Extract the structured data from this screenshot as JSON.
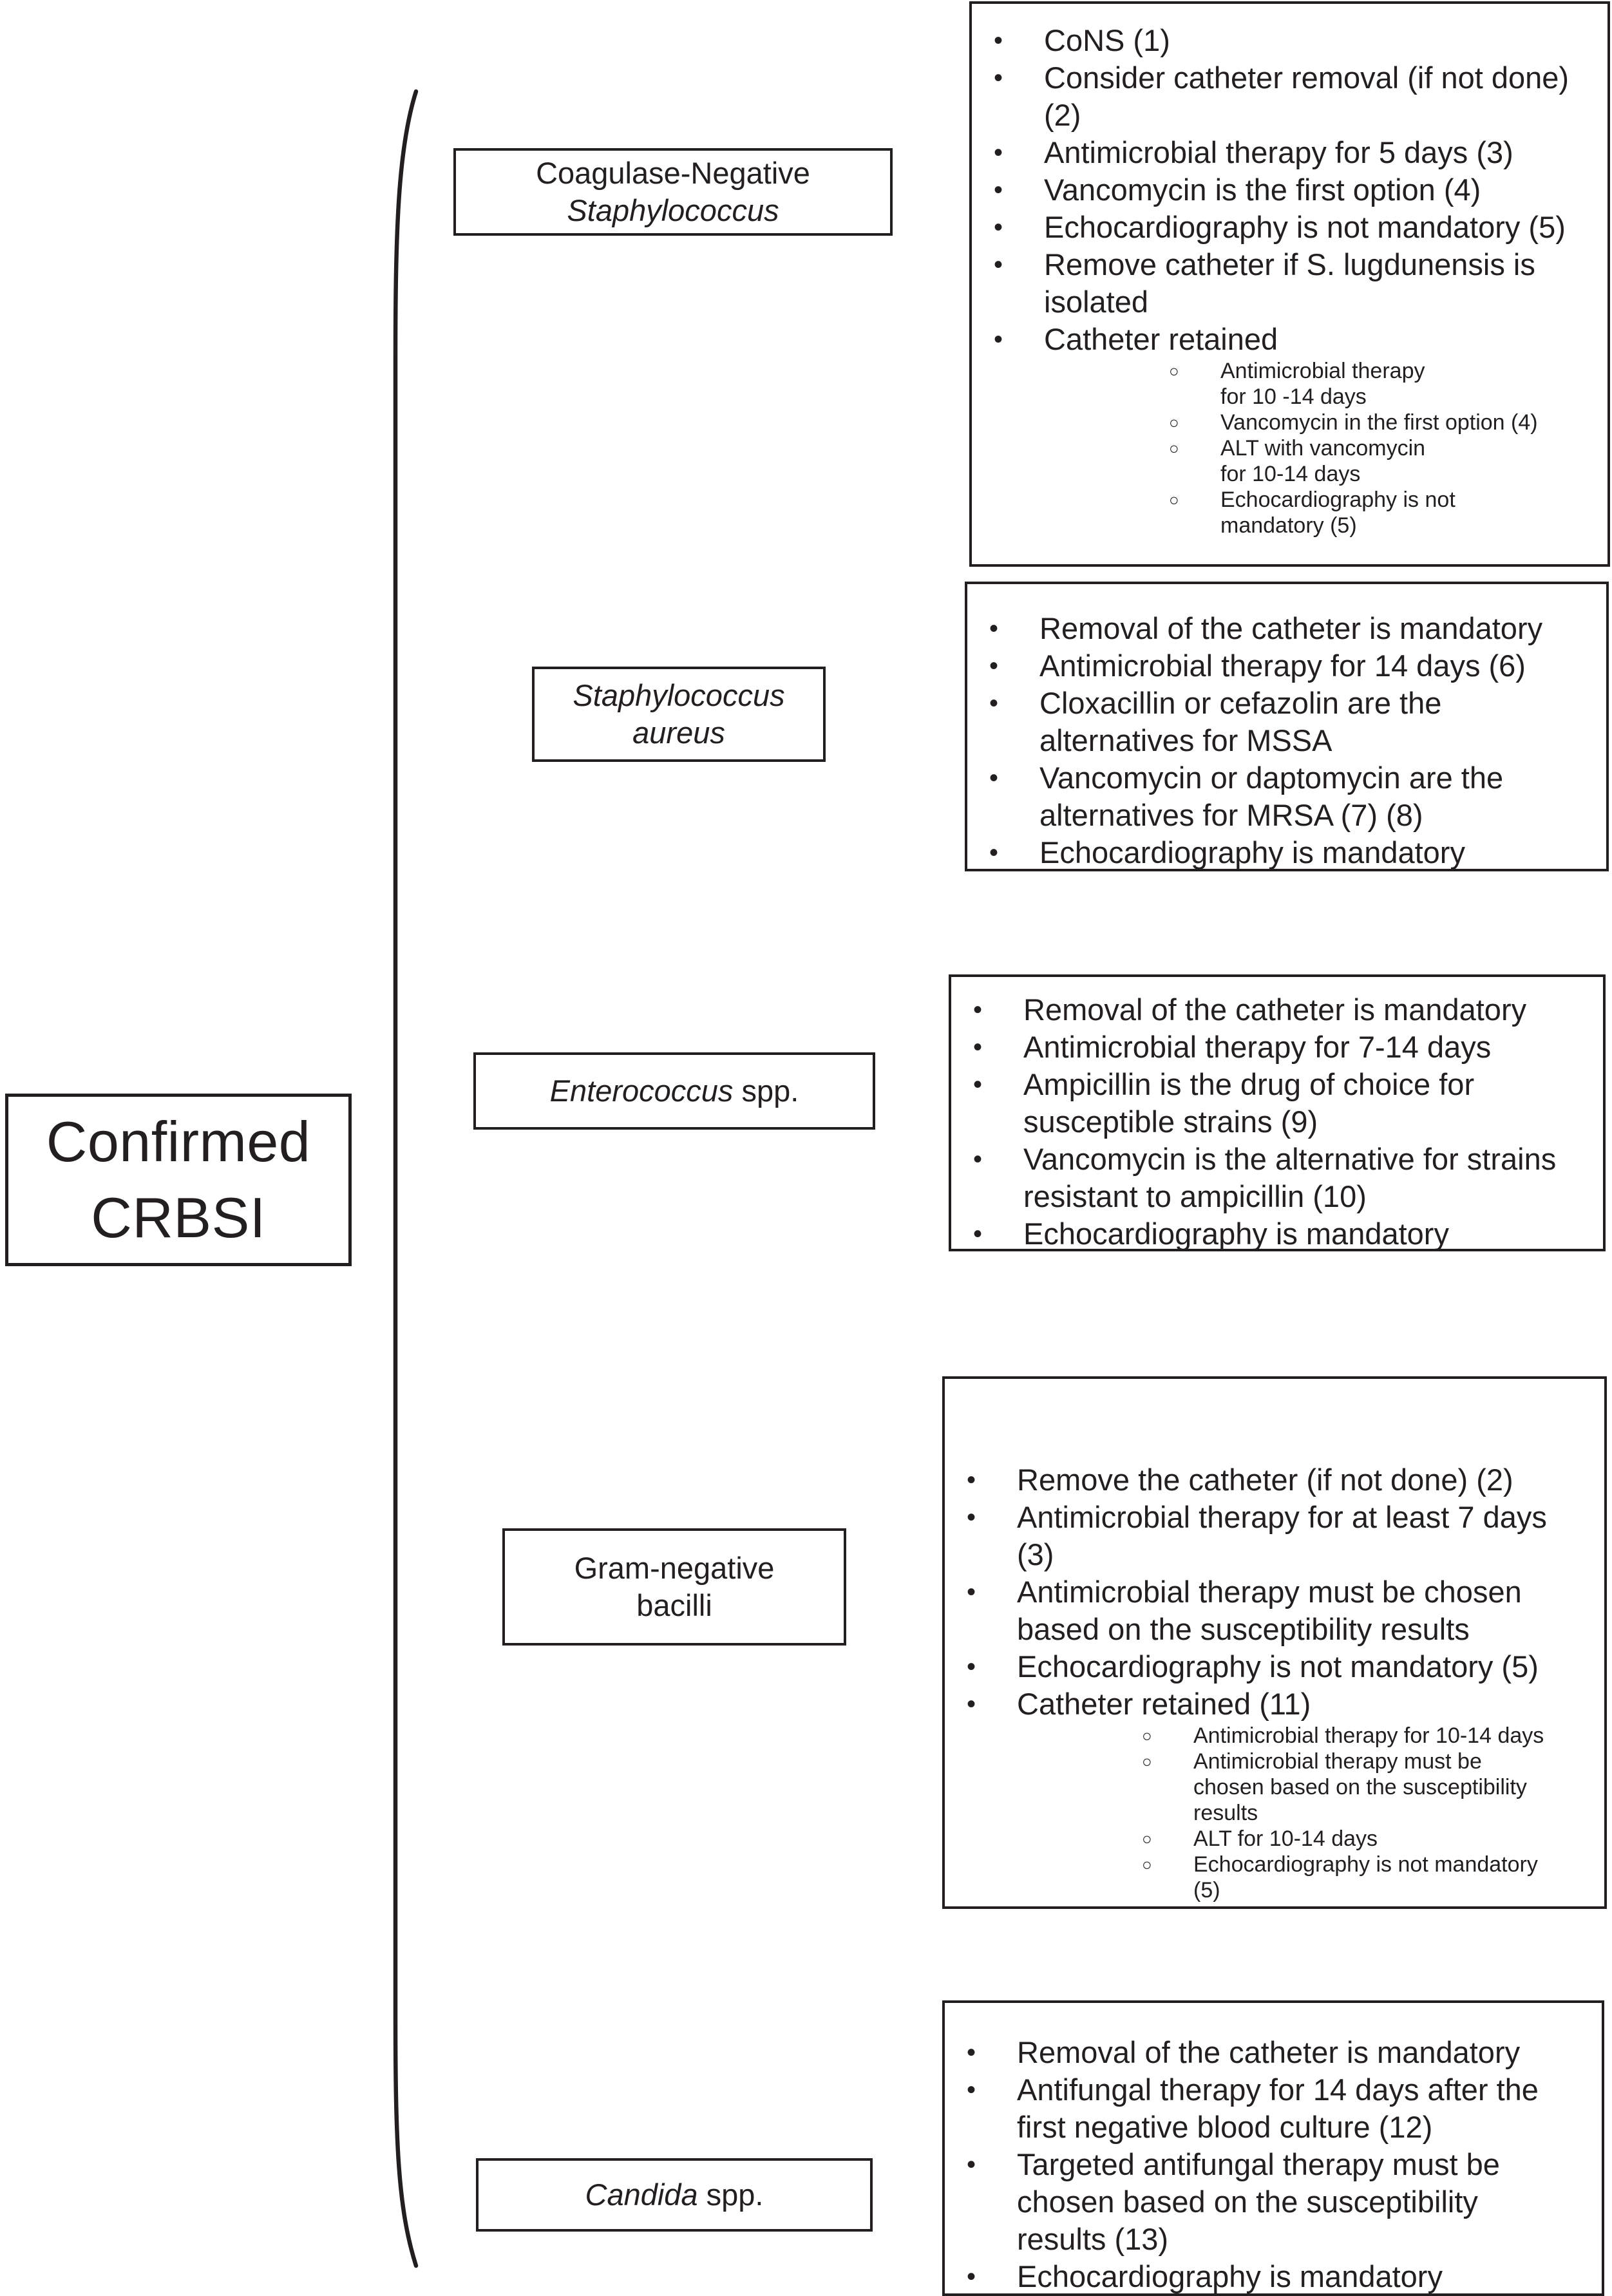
{
  "colors": {
    "ink": "#231f20",
    "background": "#ffffff"
  },
  "icons": {
    "bullet_icon": "•",
    "sub_bullet_icon": "○"
  },
  "figure": {
    "root": {
      "lines": [
        "Confirmed",
        "CRBSI"
      ]
    },
    "branches": [
      {
        "organism": "Coagulase-Negative Staphylococcus",
        "label": [
          [
            {
              "t": "Coagulase-Negative",
              "i": false
            }
          ],
          [
            {
              "t": "Staphylococcus",
              "i": true
            }
          ]
        ],
        "bullets": [
          {
            "lines": [
              "CoNS (1)"
            ]
          },
          {
            "lines": [
              "Consider catheter removal (if not done)",
              "(2)"
            ]
          },
          {
            "lines": [
              "Antimicrobial therapy for 5 days (3)"
            ]
          },
          {
            "lines": [
              "Vancomycin is the first option (4)"
            ]
          },
          {
            "lines": [
              "Echocardiography is not mandatory (5)"
            ]
          },
          {
            "lines": [
              "Remove catheter if S. lugdunensis is",
              "isolated"
            ]
          },
          {
            "lines": [
              "Catheter retained"
            ],
            "sub": [
              {
                "lines": [
                  "Antimicrobial therapy",
                  "for 10 -14 days"
                ]
              },
              {
                "lines": [
                  "Vancomycin in the first option (4)"
                ]
              },
              {
                "lines": [
                  "ALT with vancomycin",
                  "for 10-14 days"
                ]
              },
              {
                "lines": [
                  "Echocardiography is not",
                  "mandatory (5)"
                ]
              }
            ]
          }
        ]
      },
      {
        "organism": "Staphylococcus aureus",
        "label": [
          [
            {
              "t": "Staphylococcus",
              "i": true
            }
          ],
          [
            {
              "t": "aureus",
              "i": true
            }
          ]
        ],
        "bullets": [
          {
            "lines": [
              "Removal of the catheter is mandatory"
            ]
          },
          {
            "lines": [
              "Antimicrobial therapy for 14 days (6)"
            ]
          },
          {
            "lines": [
              "Cloxacillin or cefazolin are the",
              "alternatives for MSSA"
            ]
          },
          {
            "lines": [
              "Vancomycin or daptomycin are the",
              "alternatives for MRSA (7) (8)"
            ]
          },
          {
            "lines": [
              "Echocardiography is mandatory"
            ]
          }
        ]
      },
      {
        "organism": "Enterococcus spp.",
        "label": [
          [
            {
              "t": "Enterococcus",
              "i": true
            },
            {
              "t": " spp.",
              "i": false
            }
          ]
        ],
        "bullets": [
          {
            "lines": [
              "Removal of the catheter is mandatory"
            ]
          },
          {
            "lines": [
              "Antimicrobial therapy for 7-14 days"
            ]
          },
          {
            "lines": [
              "Ampicillin is the drug of choice for",
              "susceptible strains (9)"
            ]
          },
          {
            "lines": [
              "Vancomycin is the alternative for strains",
              "resistant to ampicillin (10)"
            ]
          },
          {
            "lines": [
              "Echocardiography is mandatory"
            ]
          }
        ]
      },
      {
        "organism": "Gram-negative bacilli",
        "label": [
          [
            {
              "t": "Gram-negative",
              "i": false
            }
          ],
          [
            {
              "t": "bacilli",
              "i": false
            }
          ]
        ],
        "bullets": [
          {
            "lines": [
              "Remove the catheter (if not done) (2)"
            ]
          },
          {
            "lines": [
              "Antimicrobial therapy for at least 7 days",
              "(3)"
            ]
          },
          {
            "lines": [
              "Antimicrobial therapy must be chosen",
              "based on the susceptibility results"
            ]
          },
          {
            "lines": [
              "Echocardiography is not mandatory (5)"
            ]
          },
          {
            "lines": [
              "Catheter retained (11)"
            ],
            "sub": [
              {
                "lines": [
                  "Antimicrobial therapy for 10-14 days"
                ]
              },
              {
                "lines": [
                  "Antimicrobial therapy must be",
                  "chosen based on the susceptibility",
                  "results"
                ]
              },
              {
                "lines": [
                  "ALT for 10-14 days"
                ]
              },
              {
                "lines": [
                  "Echocardiography is not mandatory",
                  "(5)"
                ]
              }
            ]
          }
        ]
      },
      {
        "organism": "Candida spp.",
        "label": [
          [
            {
              "t": "Candida",
              "i": true
            },
            {
              "t": " spp.",
              "i": false
            }
          ]
        ],
        "bullets": [
          {
            "lines": [
              "Removal of the catheter is mandatory"
            ]
          },
          {
            "lines": [
              "Antifungal therapy for 14 days after the",
              "first negative blood culture (12)"
            ]
          },
          {
            "lines": [
              "Targeted antifungal therapy must be",
              "chosen based on the susceptibility",
              "results (13)"
            ]
          },
          {
            "lines": [
              "Echocardiography is mandatory"
            ]
          }
        ]
      }
    ]
  }
}
